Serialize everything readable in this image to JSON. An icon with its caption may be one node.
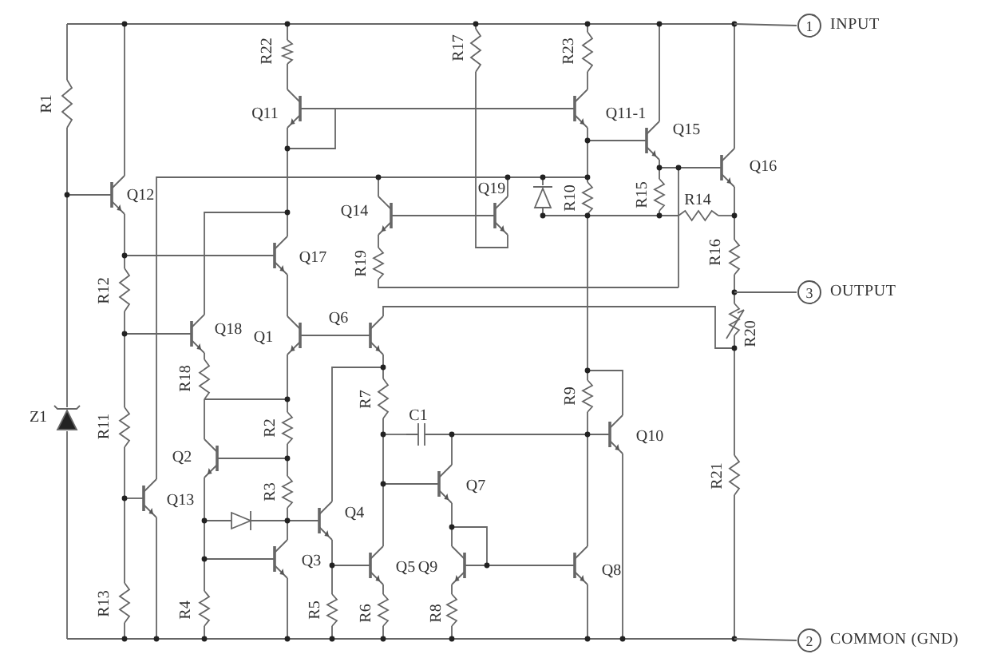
{
  "diagram": {
    "nodes": [
      {
        "text": [
          "1"
        ],
        "beside": [
          "INPUT"
        ]
      },
      {
        "text": [
          "3"
        ],
        "beside": [
          "OUTPUT"
        ]
      },
      {
        "text": [
          "2"
        ],
        "beside": [
          "COMMON (GND)"
        ]
      }
    ],
    "edges": [
      {
        "from": null,
        "to": 0,
        "arrow": "none"
      },
      {
        "from": null,
        "to": 1,
        "arrow": "none"
      },
      {
        "from": null,
        "to": 2,
        "arrow": "none"
      }
    ],
    "labels": [
      "R22",
      "R17",
      "R23",
      "R1",
      "Q11",
      "Q11-1",
      "Q15",
      "Q16",
      "Q12",
      "Q14",
      "Q19",
      "R10",
      "R15",
      "R14",
      "Q17",
      "R12",
      "R19",
      "R16",
      "R20",
      "Q18",
      "Q1",
      "Q6",
      "R18",
      "Z1",
      "R11",
      "R7",
      "C1",
      "R9",
      "Q10",
      "R2",
      "Q2",
      "R21",
      "Q7",
      "Q13",
      "R3",
      "Q4",
      "Q9",
      "Q3",
      "Q5",
      "Q8",
      "R13",
      "R4",
      "R5",
      "R6",
      "R8"
    ]
  }
}
